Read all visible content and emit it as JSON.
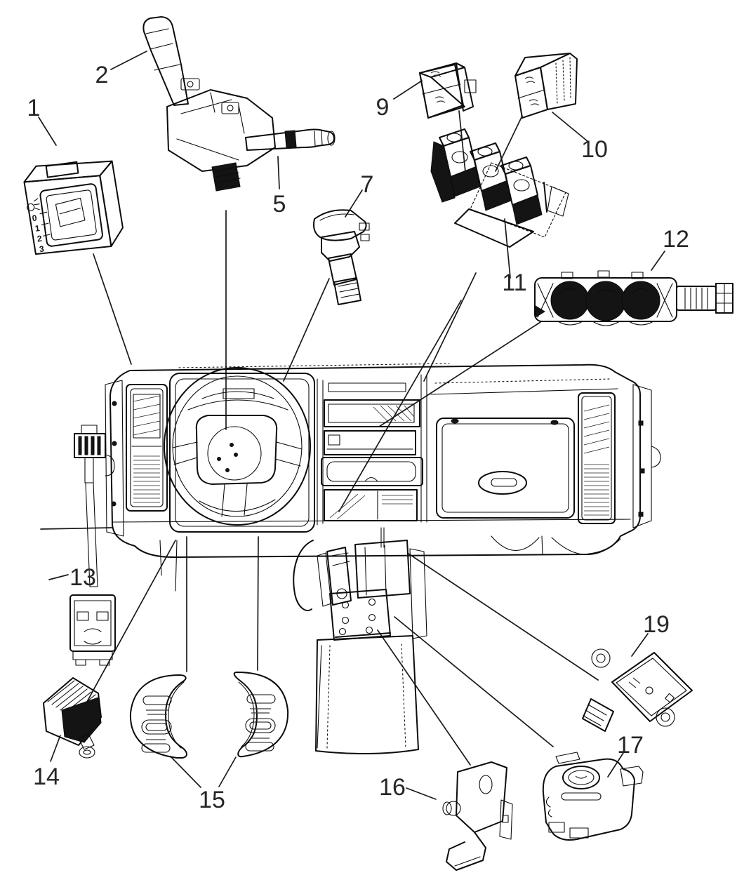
{
  "diagram_type": "exploded-parts-line-diagram",
  "colors": {
    "line": "#0c0c0c",
    "background": "#ffffff",
    "callout_text": "#262626"
  },
  "callouts": [
    {
      "label": "1",
      "part": "headlamp-switch"
    },
    {
      "label": "2",
      "part": "turn-signal-multifunction-lever"
    },
    {
      "label": "5",
      "part": "wiper-washer-lever"
    },
    {
      "label": "7",
      "part": "ignition-switch"
    },
    {
      "label": "9",
      "part": "rocker-switch"
    },
    {
      "label": "10",
      "part": "rocker-switch"
    },
    {
      "label": "11",
      "part": "rocker-switch-bank"
    },
    {
      "label": "12",
      "part": "hvac-control-unit"
    },
    {
      "label": "13",
      "part": "jumper-wiring"
    },
    {
      "label": "14",
      "part": "switch-module"
    },
    {
      "label": "15",
      "part": "speed-control-switch-pods"
    },
    {
      "label": "16",
      "part": "mounting-bracket"
    },
    {
      "label": "17",
      "part": "clockspring"
    },
    {
      "label": "19",
      "part": "sensor-module"
    }
  ],
  "part1_markings": {
    "icon": "headlamp-icon",
    "positions": [
      "0",
      "1",
      "2",
      "3"
    ]
  }
}
